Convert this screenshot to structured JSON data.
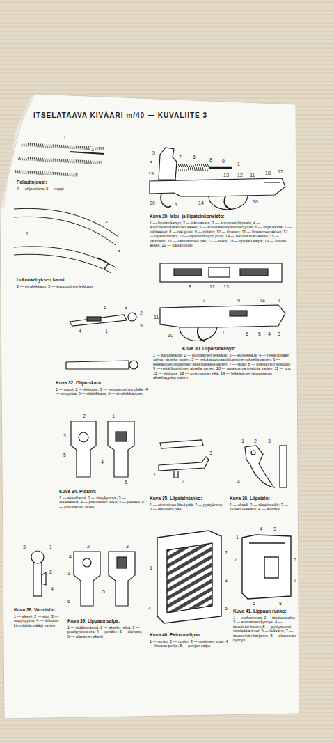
{
  "diagram": {
    "title": "ITSELATAAVA KIVÄÄRI m/40 — KUVALIITE 3",
    "labels": [
      "19",
      "3",
      "5",
      "7",
      "6",
      "8",
      "9",
      "1",
      "13",
      "12",
      "11",
      "18",
      "17",
      "20",
      "4",
      "14",
      "10",
      "Kuva 29. Isku- ja liipaisinkoneisto:",
      "1 — liipaisinkehys; 2 — iskuvasara; 3 — automaattiliipaisin; 4 — automaattiliipaisimen akseli; 5 — automaattiliipaisimen jousi; 6 — ohjauskara; 7 — tukilaakeri; 8 — iskujousi; 9 — pidätin; 10 — liipaisin; 11 — liipaisimen akseli; 12 — liipaisintanko; 13 — liipaisintangon jousi; 14 — iskuvasaran akseli; 15 — varmistin; 16 — varmistimen tuki; 17 — reikä; 18 — lippaan salpa; 19 — salvan akseli; 20 — salvan jousi",
      "12",
      "8",
      "13",
      "11",
      "2",
      "10",
      "7",
      "9",
      "14",
      "1",
      "5",
      "4",
      "3",
      "6",
      "Kuva 30. Liipaisinkehys:",
      "1 — saranatappi; 2 — poikittainen leikkaus; 3 — etuleikkaus; 4 — reikä lippaan salvan akselia varten; 5 — reikä automaattiliipaisimen akselia varten; 6 — leikkaukset pidättimen akselitappeja varten; 7 — tappi; 8 — pitkittäinen leikkaus; 9 — reikä liipaisimen akselia varten; 10 — parasus varmistinta varten; 11 — ura; 12 — leikkaus; 13 — pystysuora reikä; 14 — leikkaukset iskuvasaran akselitappeja varten",
      "1",
      "3",
      "Palautinjousi:",
      "4 — ohjauskara; 5 — nuppi",
      "1",
      "2",
      "3",
      "Lukonkehyksen kansi:",
      "2 — sivuleikkaus; 3 — sivupuolinen leikkaus",
      "6",
      "3",
      "2",
      "1",
      "4",
      "5",
      "Kuva 32. Ohjauskara:",
      "1 — nuppi; 2 — leikkaus; 3 — rengasmainen uloke; 4 — vinopinta; 5 — alaleikkaus; 6 — sivuleikkaukset",
      "2",
      "1",
      "3",
      "5",
      "4",
      "6",
      "Kuva 34. Pidätin:",
      "1 — akselitappi; 2 — vireykynnys; 3 — alaleikkaus; 4 — pitkulainen reikä; 5 — pesäke; 6 — poikittainen uloke",
      "1",
      "2",
      "3",
      "Kuva 35. Liipaisintanko:",
      "1 — etumainen litteä pää; 2 — pystykorva; 3 — taivutettu pää",
      "1",
      "2",
      "3",
      "4",
      "Kuva 36. Liipaisin:",
      "1 — akseli; 2 — akselinreikä; 3 — jousen leikkaus; 4 — alavarsi",
      "3",
      "1",
      "2",
      "4",
      "Kuva 38. Varmistin:",
      "1 — akseli; 2 — siipi; 3 — nuppi pyörä; 4 — leikkaus kiinnittäjän päätä varten",
      "2",
      "4",
      "1",
      "6",
      "3",
      "5",
      "Kuva 39. Lippaan salpa:",
      "1 — pidätinnärmä; 2 — akselin reikä; 3 — puolipyöreä ura; 4 — pesäke; 5 — alavarsi; 6 — alavarren akseli",
      "1",
      "2",
      "3",
      "4",
      "5",
      "Kuva 40. Patruunalipas:",
      "1 — runko; 2 — nostin; 3 — nostimen jousi; 4 — lippaan pohja; 5 — pohjan salpa",
      "4",
      "3",
      "1",
      "2",
      "6",
      "5",
      "7",
      "8",
      "Kuva 41. Lippaan runko:",
      "1 — etuhammas; 2 — takakannake; 3 — etumainen kynnys; 4 — taivutetut huulet; 5 — pystysuorat sivuleikkaukset; 6 — leikkaus; 7 — takaseinän harjanne; 8 — alareunan kynnys"
    ]
  }
}
